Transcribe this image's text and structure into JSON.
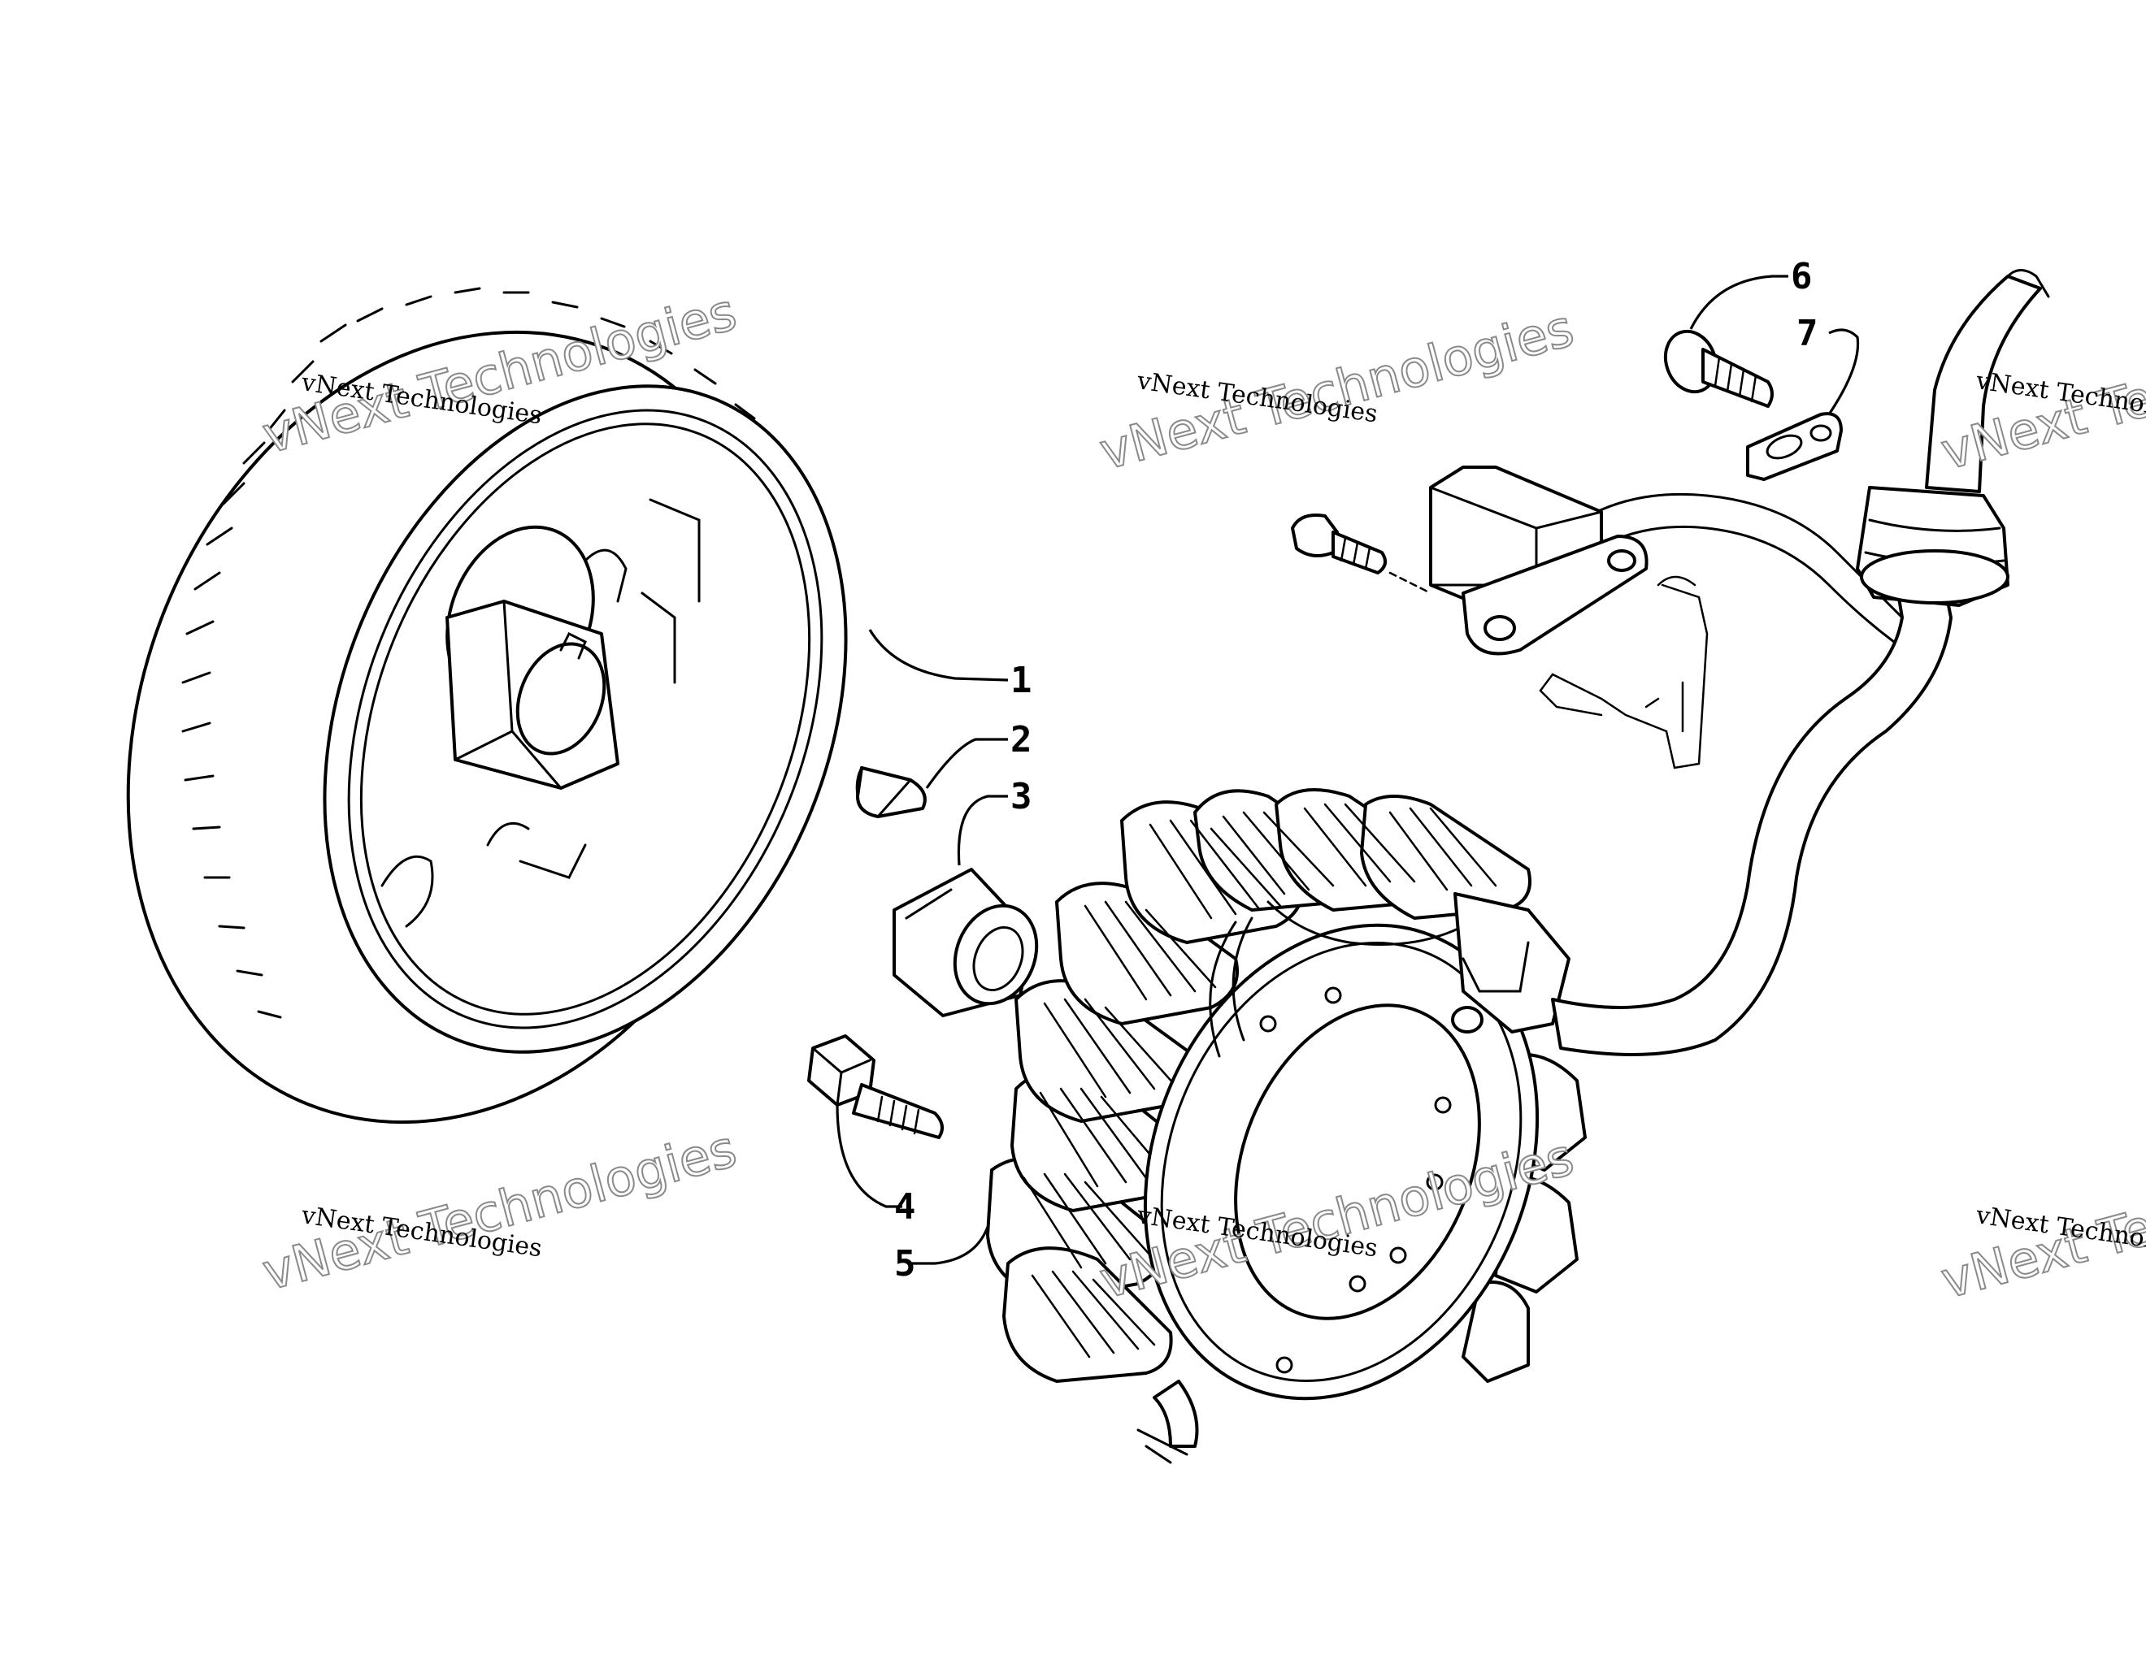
{
  "callouts": [
    {
      "id": "1",
      "label": "1"
    },
    {
      "id": "2",
      "label": "2"
    },
    {
      "id": "3",
      "label": "3"
    },
    {
      "id": "4",
      "label": "4"
    },
    {
      "id": "5",
      "label": "5"
    },
    {
      "id": "6",
      "label": "6"
    },
    {
      "id": "7",
      "label": "7"
    }
  ],
  "watermark": {
    "line1": "vNext Technologies",
    "line2": "vNext Technologies"
  },
  "colors": {
    "ink": "#000000",
    "paper": "#ffffff",
    "watermark_outline": "#8a8a8a"
  }
}
